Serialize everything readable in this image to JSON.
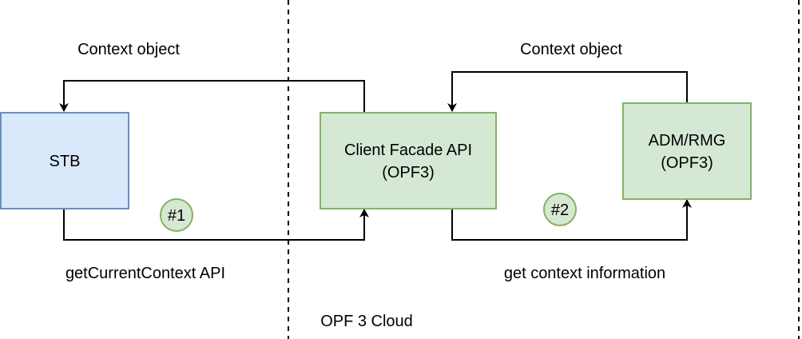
{
  "colors": {
    "stb_fill": "#dae8fc",
    "stb_stroke": "#6c8ebf",
    "green_fill": "#d5e8d4",
    "green_stroke": "#82b366",
    "line": "#000000"
  },
  "nodes": {
    "stb": {
      "label": "STB"
    },
    "client_facade": {
      "line1": "Client Facade API",
      "line2": "(OPF3)"
    },
    "adm_rmg": {
      "line1": "ADM/RMG",
      "line2": "(OPF3)"
    }
  },
  "badges": {
    "step1": "#1",
    "step2": "#2"
  },
  "labels": {
    "context_object_left": "Context object",
    "context_object_right": "Context object",
    "get_current_context": "getCurrentContext API",
    "get_context_info": "get context information",
    "cloud": "OPF 3 Cloud"
  }
}
